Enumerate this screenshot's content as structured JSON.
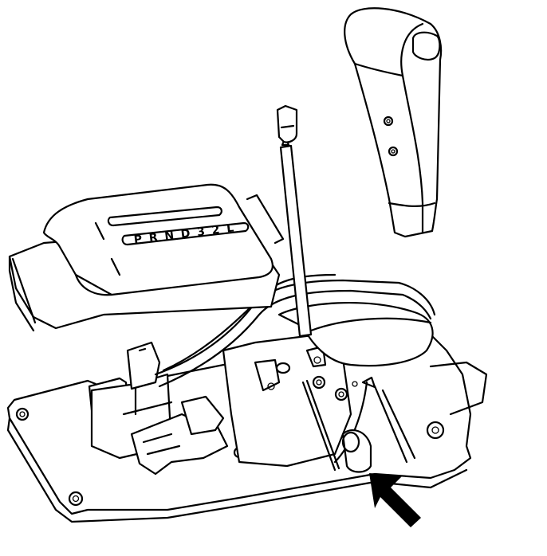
{
  "diagram": {
    "subject": "Automatic transmission gear selector assembly (exploded view)",
    "components": [
      {
        "id": "shift-knob",
        "label": "Shift knob with release button"
      },
      {
        "id": "selector-lever",
        "label": "Selector lever rod"
      },
      {
        "id": "indicator-cover",
        "label": "Gear position indicator cover"
      },
      {
        "id": "lever-housing",
        "label": "Selector lever housing / base plate"
      },
      {
        "id": "pointer-arrow",
        "label": "Reference arrow"
      }
    ],
    "indicator": {
      "gears": [
        "P",
        "R",
        "N",
        "D",
        "3",
        "2",
        "L"
      ],
      "text": "P R N D 3 2 L"
    },
    "arrow": {
      "direction": "up-left",
      "color": "#000000"
    },
    "colors": {
      "line": "#000000",
      "background": "#ffffff"
    }
  }
}
